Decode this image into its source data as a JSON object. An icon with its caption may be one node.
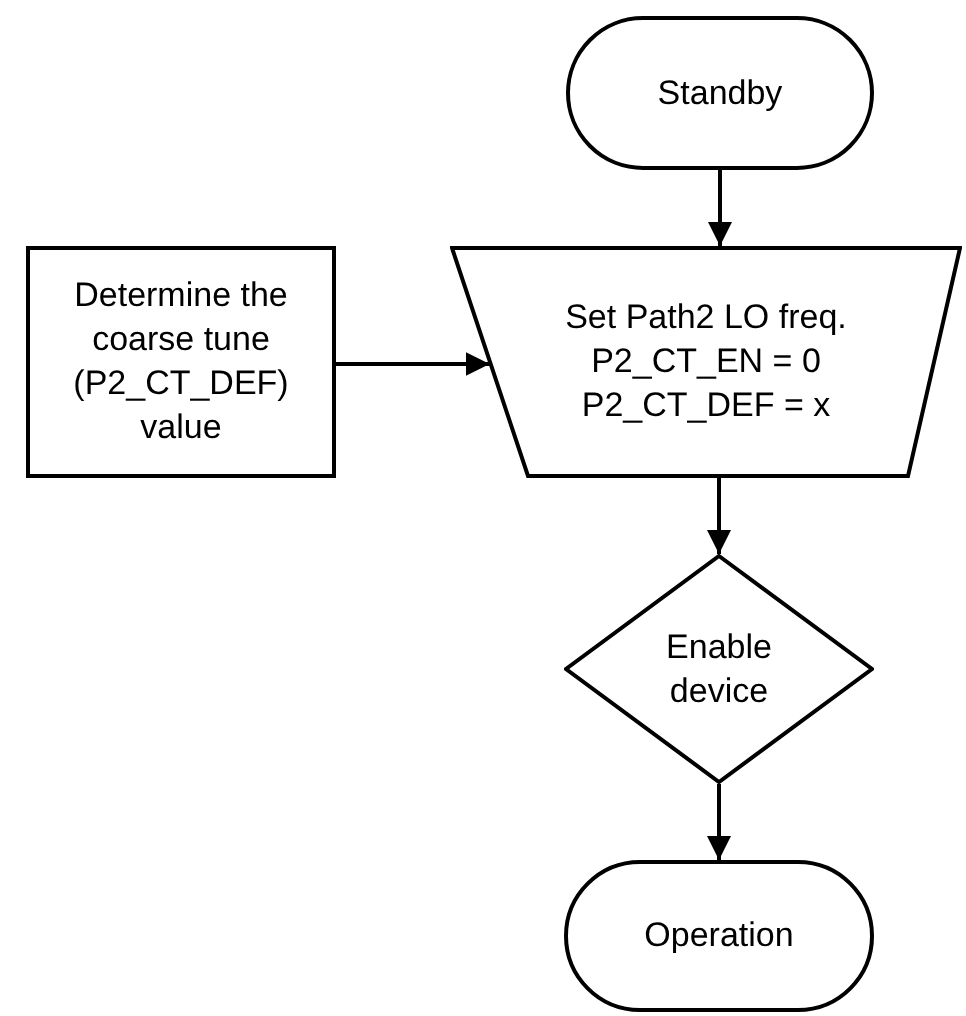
{
  "diagram": {
    "nodes": [
      {
        "text": [
          "Standby"
        ]
      },
      {
        "text": [
          "Determine the coarse tune (P2_CT_DEF) value"
        ]
      },
      {
        "text": [
          "Set Path2 LO freq. P2_CT_EN = 0 P2_CT_DEF = x"
        ]
      },
      {
        "text": [
          "Enable device"
        ]
      },
      {
        "text": [
          "Operation"
        ]
      }
    ],
    "edges": [
      {
        "from": 0,
        "to": 2,
        "arrow": "to"
      },
      {
        "from": 1,
        "to": 2,
        "arrow": "to"
      },
      {
        "from": 2,
        "to": 3,
        "arrow": "to"
      },
      {
        "from": 3,
        "to": 4,
        "arrow": "to"
      }
    ]
  }
}
